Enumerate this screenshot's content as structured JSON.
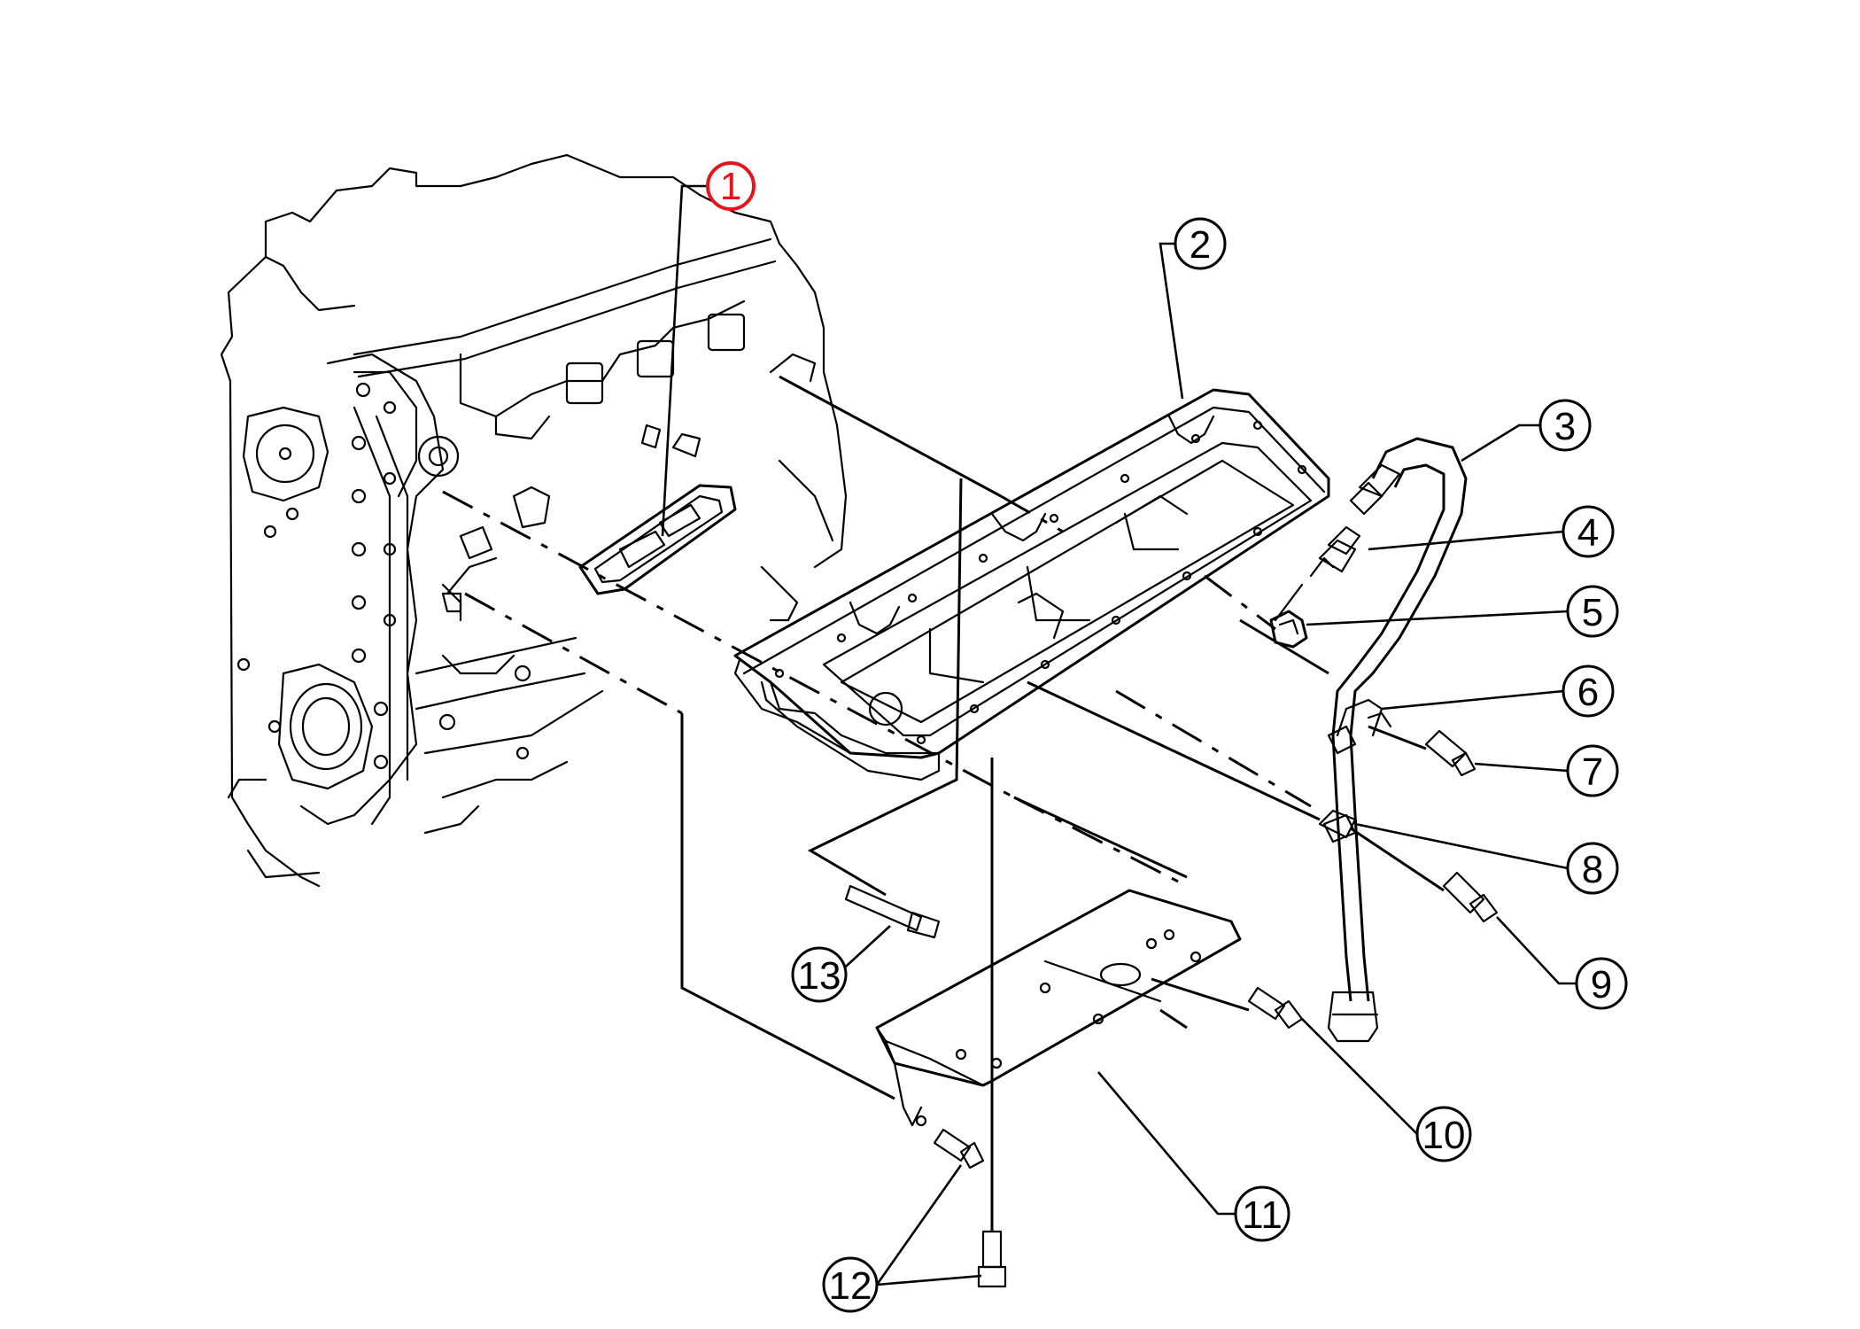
{
  "callouts": [
    {
      "label": "1",
      "highlight": true
    },
    {
      "label": "2"
    },
    {
      "label": "3"
    },
    {
      "label": "4"
    },
    {
      "label": "5"
    },
    {
      "label": "6"
    },
    {
      "label": "7"
    },
    {
      "label": "8"
    },
    {
      "label": "9"
    },
    {
      "label": "10"
    },
    {
      "label": "11"
    },
    {
      "label": "12"
    },
    {
      "label": "13"
    }
  ],
  "colors": {
    "highlight": "#e8141c",
    "ink": "#000000",
    "background": "#ffffff"
  }
}
